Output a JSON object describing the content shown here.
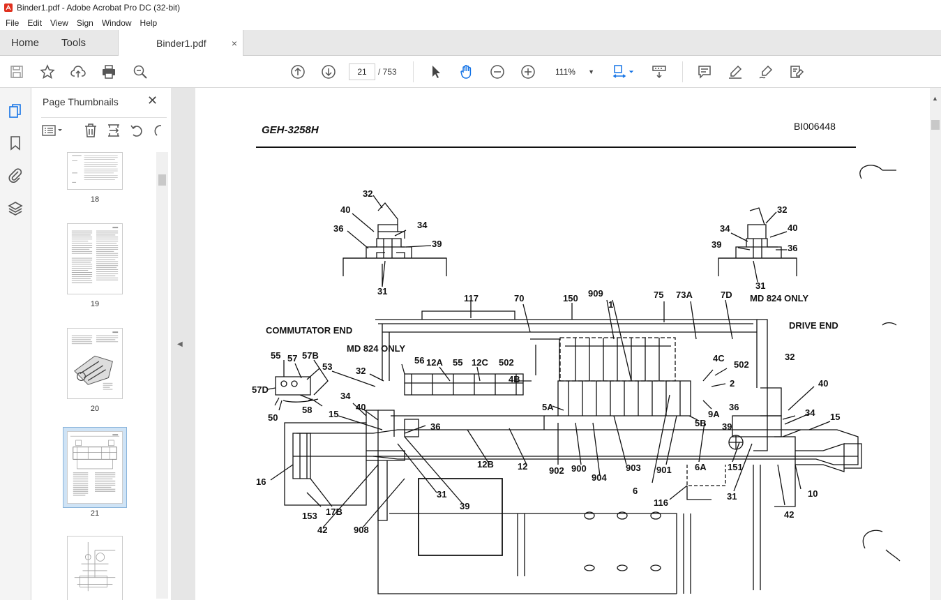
{
  "window": {
    "title": "Binder1.pdf - Adobe Acrobat Pro DC (32-bit)"
  },
  "menu": [
    "File",
    "Edit",
    "View",
    "Sign",
    "Window",
    "Help"
  ],
  "tabs": {
    "home": "Home",
    "tools": "Tools",
    "document": "Binder1.pdf",
    "close": "×"
  },
  "toolbar": {
    "page_current": "21",
    "page_total": "/ 753",
    "zoom": "111%"
  },
  "panel": {
    "title": "Page Thumbnails",
    "close": "✕",
    "thumbnails": [
      {
        "label": "18"
      },
      {
        "label": "19"
      },
      {
        "label": "20"
      },
      {
        "label": "21",
        "selected": true
      },
      {
        "label": ""
      }
    ]
  },
  "document": {
    "header_left": "GEH-3258H",
    "header_right": "BI006448",
    "captions": {
      "md_left": "MD 824 ONLY",
      "md_right": "MD 824 ONLY",
      "commutator_end": "COMMUTATOR END",
      "drive_end": "DRIVE END"
    },
    "callouts": [
      "32",
      "40",
      "34",
      "36",
      "39",
      "31",
      "32",
      "34",
      "40",
      "39",
      "36",
      "31",
      "117",
      "70",
      "150",
      "909",
      "1",
      "75",
      "73A",
      "7D",
      "55",
      "57",
      "57B",
      "53",
      "32",
      "56",
      "12A",
      "55",
      "12C",
      "502",
      "4B",
      "502",
      "4C",
      "2",
      "32",
      "57D",
      "50",
      "58",
      "34",
      "40",
      "15",
      "36",
      "5A",
      "9A",
      "5B",
      "40",
      "36",
      "39",
      "34",
      "15",
      "16",
      "31",
      "39",
      "12B",
      "12",
      "902",
      "900",
      "904",
      "903",
      "6",
      "901",
      "6A",
      "151",
      "17B",
      "153",
      "42",
      "908",
      "116",
      "31",
      "10",
      "42"
    ]
  },
  "colors": {
    "accent": "#1473e6",
    "tabbar": "#e8e8e8",
    "panel_selected": "#cfe3f5"
  }
}
